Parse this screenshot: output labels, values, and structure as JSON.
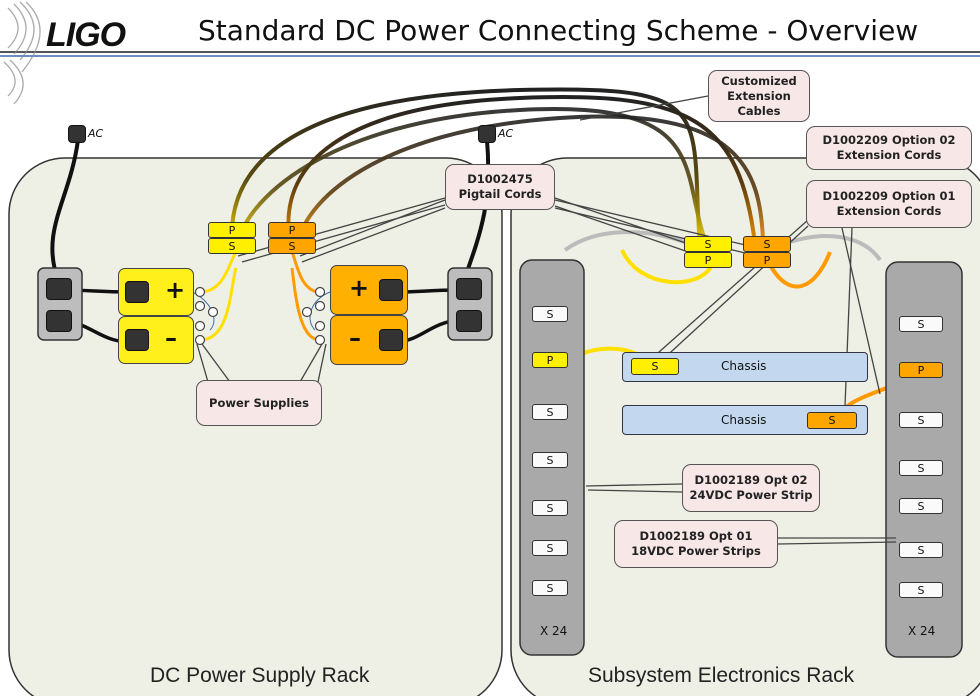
{
  "header": {
    "logo": "LIGO",
    "title": "Standard DC Power Connecting Scheme - Overview"
  },
  "racks": {
    "left": "DC Power Supply Rack",
    "right": "Subsystem Electronics Rack"
  },
  "ac_label": "AC",
  "power_supply": {
    "plus": "+",
    "minus": "–"
  },
  "connectors": {
    "p": "P",
    "s": "S"
  },
  "chassis": {
    "label": "Chassis"
  },
  "strip_count": "X 24",
  "callouts": {
    "extension_cables": [
      "Customized",
      "Extension",
      "Cables"
    ],
    "pigtail": [
      "D1002475",
      "Pigtail Cords"
    ],
    "opt02_cords": [
      "D1002209 Option 02",
      "Extension Cords"
    ],
    "opt01_cords": [
      "D1002209 Option 01",
      "Extension Cords"
    ],
    "power_supplies": [
      "Power Supplies"
    ],
    "strip_02": [
      "D1002189  Opt 02",
      "24VDC Power Strip"
    ],
    "strip_01": [
      "D1002189 Opt 01",
      "18VDC Power Strips"
    ]
  },
  "colors": {
    "yellow": "#ffef00",
    "orange": "#ffa500",
    "rack_fill": "#eef0e6",
    "strip_fill": "#a9a9a9",
    "chassis_fill": "#c3d8ee",
    "callout_fill": "#f7e7e7"
  }
}
